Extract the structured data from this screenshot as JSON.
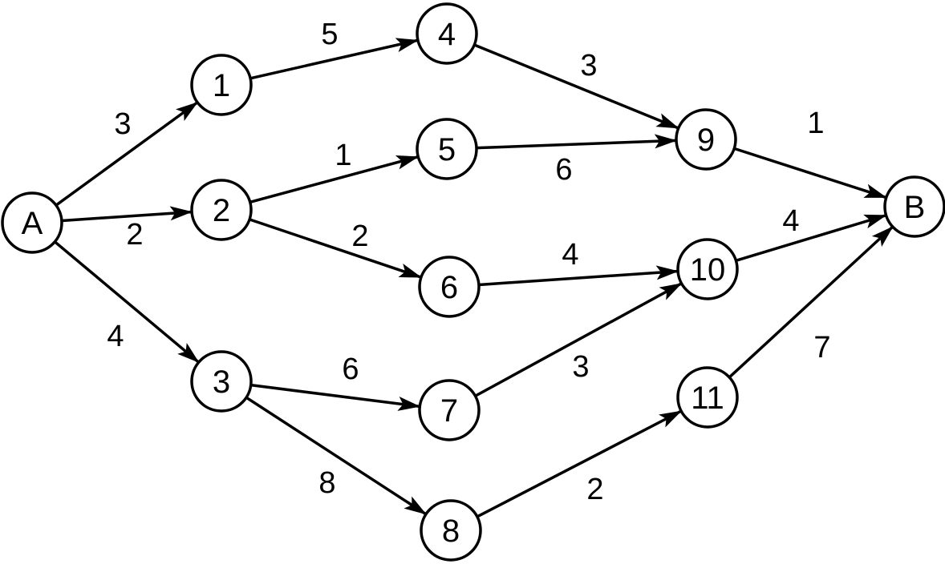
{
  "nodes": [
    {
      "id": "A",
      "label": "A"
    },
    {
      "id": "1",
      "label": "1"
    },
    {
      "id": "2",
      "label": "2"
    },
    {
      "id": "3",
      "label": "3"
    },
    {
      "id": "4",
      "label": "4"
    },
    {
      "id": "5",
      "label": "5"
    },
    {
      "id": "6",
      "label": "6"
    },
    {
      "id": "7",
      "label": "7"
    },
    {
      "id": "8",
      "label": "8"
    },
    {
      "id": "9",
      "label": "9"
    },
    {
      "id": "10",
      "label": "10"
    },
    {
      "id": "11",
      "label": "11"
    },
    {
      "id": "B",
      "label": "B"
    }
  ],
  "edges": [
    {
      "from": "A",
      "to": "1",
      "weight": "3"
    },
    {
      "from": "A",
      "to": "2",
      "weight": "2"
    },
    {
      "from": "A",
      "to": "3",
      "weight": "4"
    },
    {
      "from": "1",
      "to": "4",
      "weight": "5"
    },
    {
      "from": "2",
      "to": "5",
      "weight": "1"
    },
    {
      "from": "2",
      "to": "6",
      "weight": "2"
    },
    {
      "from": "3",
      "to": "7",
      "weight": "6"
    },
    {
      "from": "3",
      "to": "8",
      "weight": "8"
    },
    {
      "from": "4",
      "to": "9",
      "weight": "3"
    },
    {
      "from": "5",
      "to": "9",
      "weight": "6"
    },
    {
      "from": "6",
      "to": "10",
      "weight": "4"
    },
    {
      "from": "7",
      "to": "10",
      "weight": "3"
    },
    {
      "from": "8",
      "to": "11",
      "weight": "2"
    },
    {
      "from": "9",
      "to": "B",
      "weight": "1"
    },
    {
      "from": "10",
      "to": "B",
      "weight": "4"
    },
    {
      "from": "11",
      "to": "B",
      "weight": "7"
    }
  ]
}
